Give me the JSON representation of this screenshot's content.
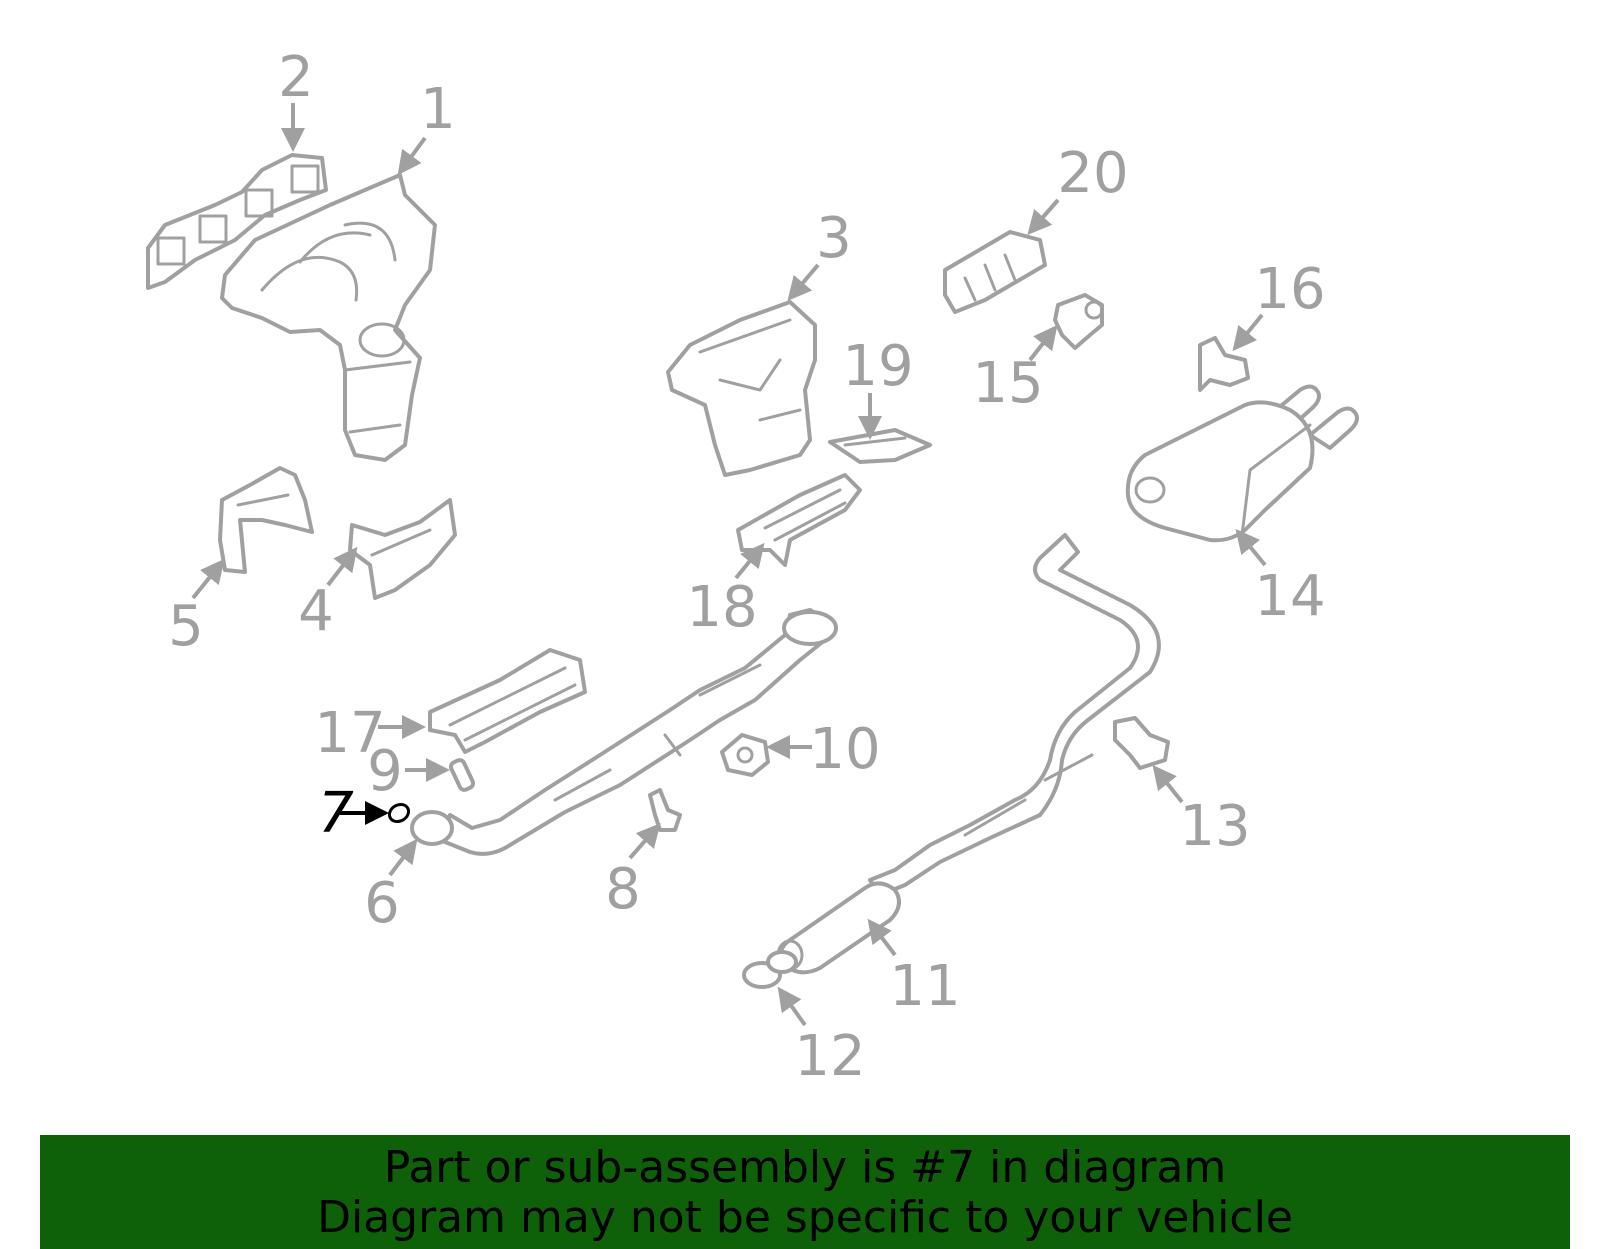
{
  "diagram": {
    "callouts": [
      "1",
      "2",
      "3",
      "4",
      "5",
      "6",
      "7",
      "8",
      "9",
      "10",
      "11",
      "12",
      "13",
      "14",
      "15",
      "16",
      "17",
      "18",
      "19",
      "20"
    ],
    "highlighted_callout": "7",
    "colors": {
      "part_line": "#a0a0a0",
      "highlight": "#000000",
      "banner_bg": "#0e6009",
      "banner_text": "#000000"
    }
  },
  "banner": {
    "line1": "Part or sub-assembly is #7 in diagram",
    "line2": "Diagram may not be specific to your vehicle"
  }
}
